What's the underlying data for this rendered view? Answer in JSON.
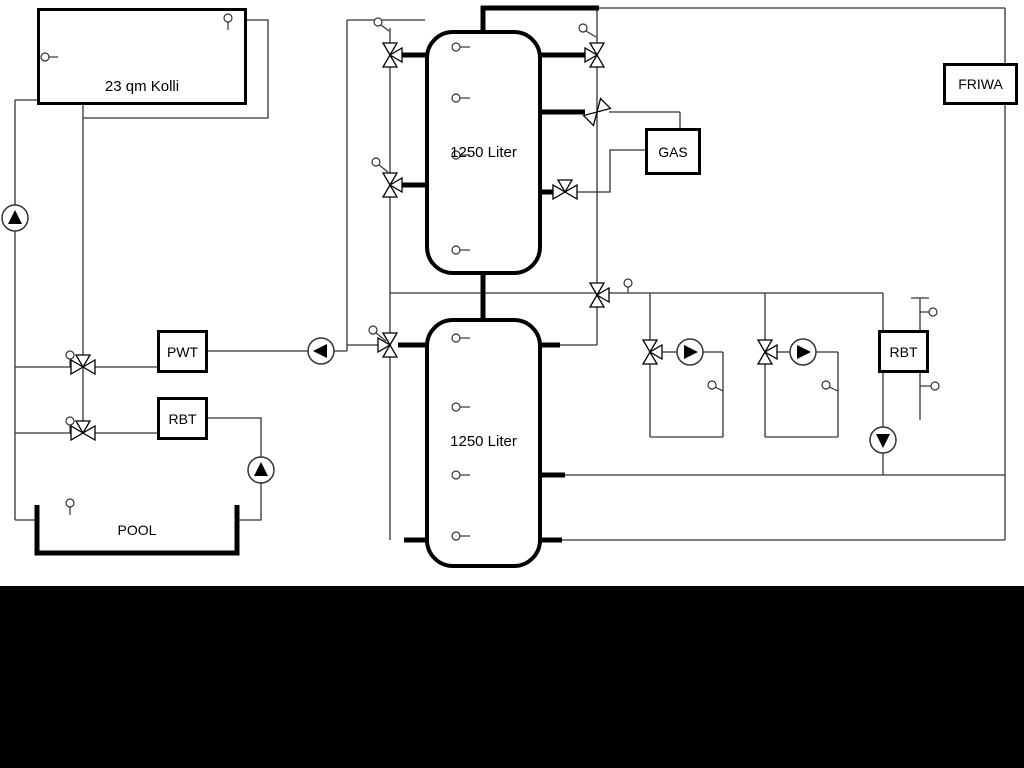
{
  "diagram": {
    "labels": {
      "collector": "23 qm Kolli",
      "tank_top": "1250 Liter",
      "tank_bottom": "1250 Liter",
      "gas": "GAS",
      "friwa": "FRIWA",
      "pwt": "PWT",
      "rbt_left": "RBT",
      "rbt_right": "RBT",
      "pool": "POOL"
    },
    "colors": {
      "pipe": "#333333",
      "thick_pipe": "#000000",
      "background": "#ffffff",
      "letterbox": "#000000"
    }
  }
}
